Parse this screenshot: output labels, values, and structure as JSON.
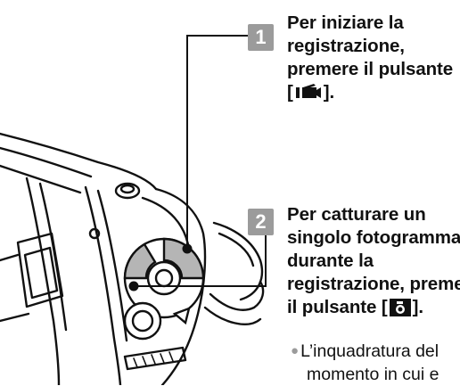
{
  "step1": {
    "number": "1",
    "line1": "Per iniziare la",
    "line2": "registrazione,",
    "line3": "premere il pulsante",
    "bracket_open": "[",
    "bracket_close": "].",
    "icon": "video-record-icon"
  },
  "step2": {
    "number": "2",
    "line1": "Per catturare un",
    "line2": "singolo fotogramma",
    "line3": "durante la",
    "line4": "registrazione, premere",
    "line5_prefix": "il pulsante [",
    "line5_suffix": "].",
    "icon": "photo-camera-icon"
  },
  "note": {
    "bullet": "●",
    "line1": "L’inquadratura del",
    "line2": "momento in cui e"
  },
  "colors": {
    "badge": "#9b9b9b",
    "text": "#111111",
    "highlight": "#b5b5b5"
  }
}
